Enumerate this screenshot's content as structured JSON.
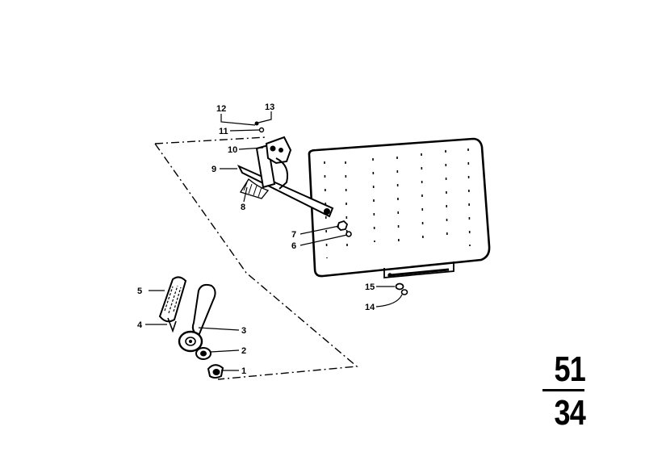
{
  "diagram": {
    "group_code": {
      "top": "51",
      "bottom": "34"
    },
    "callouts": [
      "1",
      "2",
      "3",
      "4",
      "5",
      "6",
      "7",
      "8",
      "9",
      "10",
      "11",
      "12",
      "13",
      "14",
      "15"
    ]
  }
}
